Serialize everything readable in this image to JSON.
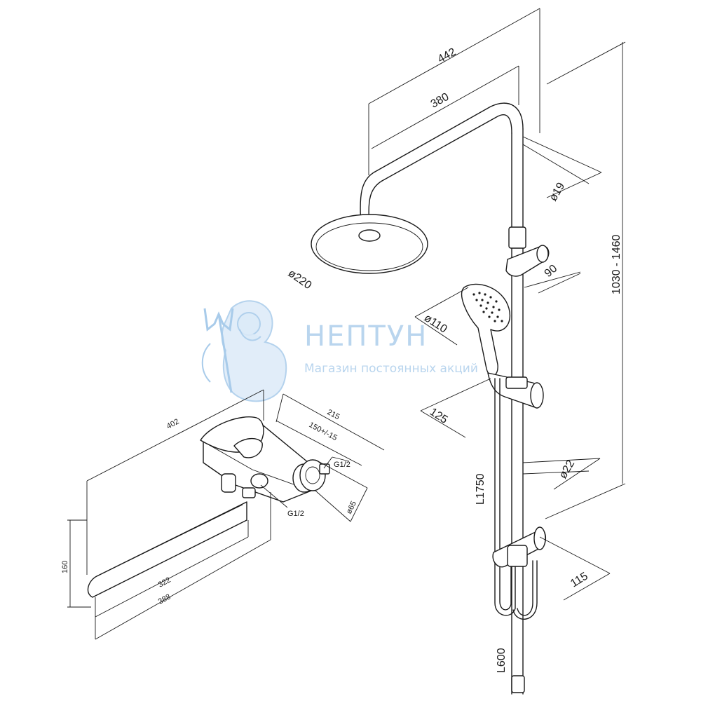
{
  "dimensions": {
    "top_width_outer": "442",
    "top_width_inner": "380",
    "pipe_diameter_top": "ø19",
    "head_diameter": "ø220",
    "height_range": "1030 - 1460",
    "holder_depth": "90",
    "hand_shower_diameter": "ø110",
    "slider_offset": "125",
    "bar_diameter": "ø22",
    "hose_length": "L1750",
    "bottom_holder": "115",
    "hose_short": "L600",
    "mixer_total": "402",
    "centers_215": "215",
    "centers_tolerance": "150+/-15",
    "thread_g12_top": "G1/2",
    "thread_g12_bottom": "G1/2",
    "flange_diameter": "ø65",
    "spout_height": "160",
    "spout_322": "322",
    "spout_388": "388"
  },
  "watermark": {
    "title": "НЕПТУН",
    "subtitle": "Магазин постоянных акций",
    "icon": "neptune-trident-figure"
  },
  "colors": {
    "line": "#1a1a1a",
    "watermark": "#b9d5ee"
  }
}
